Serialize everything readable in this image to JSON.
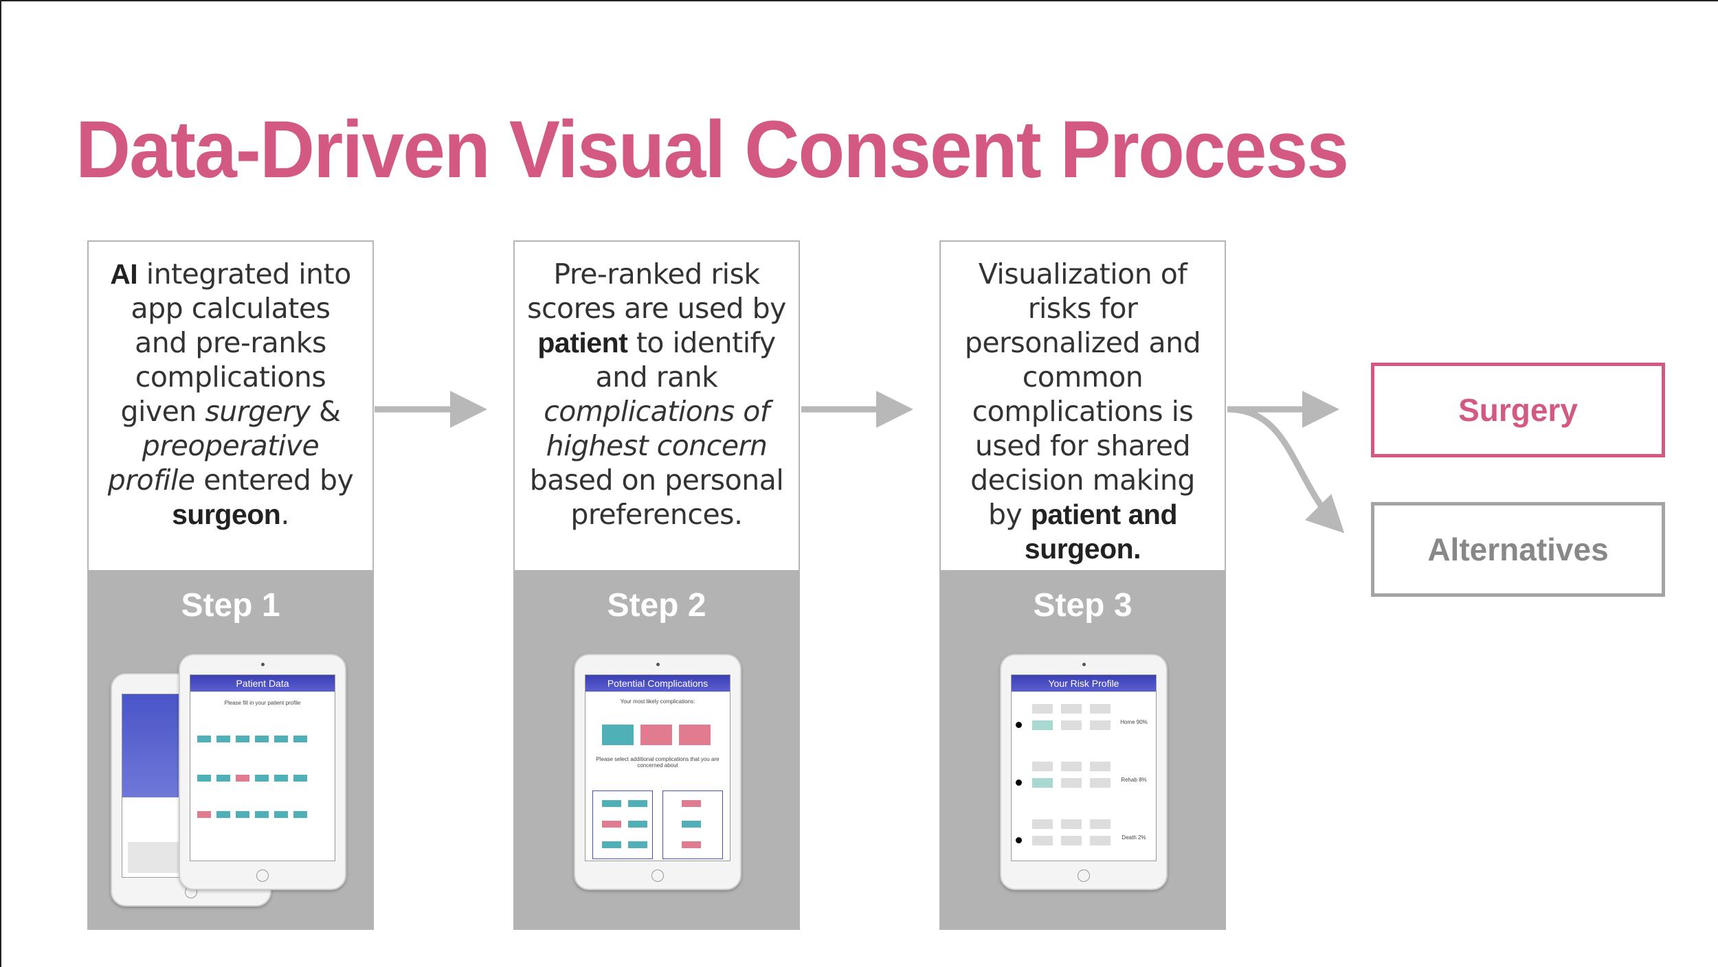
{
  "title": "Data-Driven Visual Consent Process",
  "steps": [
    {
      "label": "Step 1",
      "text_parts": [
        "AI",
        " integrated into app calculates and pre-ranks complications given ",
        "surgery",
        " & ",
        "preoperative profile",
        " entered by ",
        "surgeon",
        "."
      ],
      "screen_title": "Patient Data",
      "screen_subtitle": "Please fill in your patient profile"
    },
    {
      "label": "Step 2",
      "text_parts": [
        "Pre-ranked risk scores are used by ",
        "patient",
        " to identify and rank ",
        "complications of highest concern",
        " based on personal preferences."
      ],
      "screen_title": "Potential Complications",
      "screen_subtitle": "Your most likely complications:",
      "screen_subtitle2": "Please select additional complications that you are concerned about"
    },
    {
      "label": "Step 3",
      "text_parts": [
        "Visualization of risks for personalized and common complications is used for shared decision making by ",
        "patient and surgeon."
      ],
      "screen_title": "Your Risk Profile",
      "outcomes": [
        "Home 90%",
        "Rehab 8%",
        "Death 2%"
      ]
    }
  ],
  "outcomes": {
    "surgery": "Surgery",
    "alternatives": "Alternatives"
  },
  "colors": {
    "accent": "#d35882",
    "gray_panel": "#b3b3b3",
    "arrow": "#b8b8b8"
  }
}
